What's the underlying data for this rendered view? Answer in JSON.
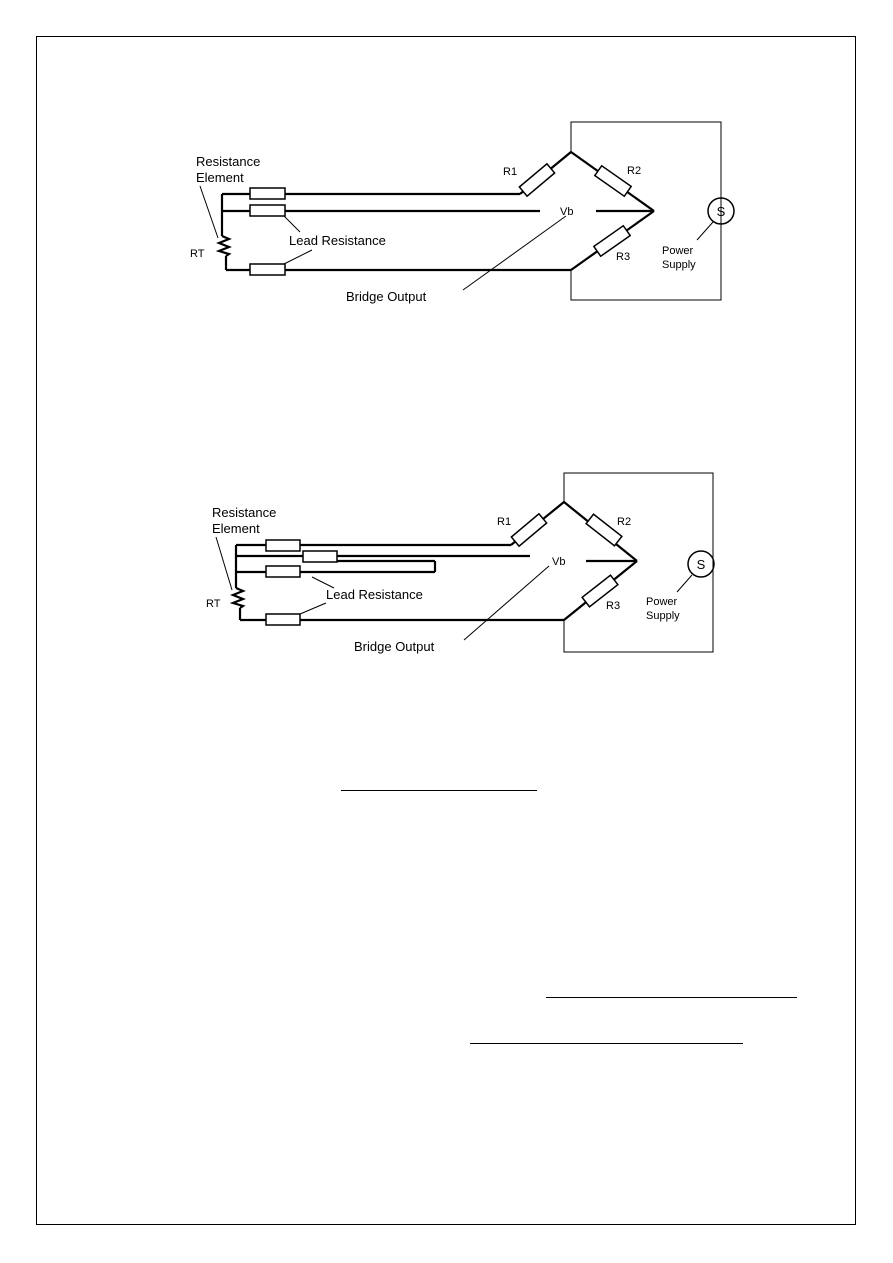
{
  "diagrams": [
    {
      "labels": {
        "resistance_element": [
          "Resistance",
          "Element"
        ],
        "rt": "RT",
        "lead_resistance": "Lead Resistance",
        "bridge_output": "Bridge Output",
        "vb": "Vb",
        "r1": "R1",
        "r2": "R2",
        "r3": "R3",
        "source": "S",
        "power_supply": [
          "Power",
          "Supply"
        ]
      }
    },
    {
      "labels": {
        "resistance_element": [
          "Resistance",
          "Element"
        ],
        "rt": "RT",
        "lead_resistance": "Lead Resistance",
        "bridge_output": "Bridge Output",
        "vb": "Vb",
        "r1": "R1",
        "r2": "R2",
        "r3": "R3",
        "source": "S",
        "power_supply": [
          "Power",
          "Supply"
        ]
      }
    }
  ],
  "colors": {
    "ink": "#000000",
    "paper": "#ffffff"
  }
}
